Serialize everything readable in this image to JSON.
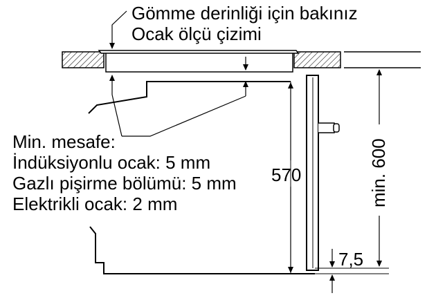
{
  "diagram": {
    "callout": {
      "line1": "Gömme derinliği için bakınız",
      "line2": "Ocak ölçü çizimi"
    },
    "min_distance": {
      "heading": "Min. mesafe:",
      "induction": "İndüksiyonlu ocak: 5 mm",
      "gas": "Gazlı pişirme bölümü: 5 mm",
      "electric": "Elektrikli ocak: 2 mm"
    },
    "dimensions": {
      "oven_height": "570",
      "niche_height": "min. 600",
      "gap": "7,5"
    }
  }
}
